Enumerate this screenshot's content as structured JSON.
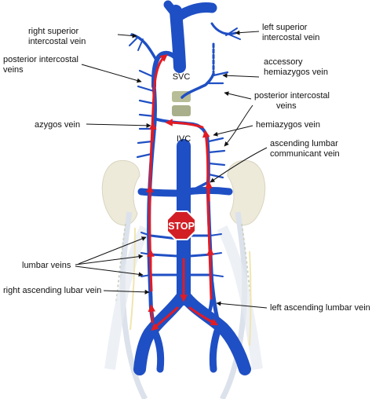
{
  "labels": {
    "right_superior_intercostal_1": "right superior",
    "right_superior_intercostal_2": "intercostal vein",
    "left_superior_intercostal_1": "left superior",
    "left_superior_intercostal_2": "intercostal vein",
    "posterior_intercostal_left_1": "posterior intercostal",
    "posterior_intercostal_left_2": "veins",
    "svc": "SVC",
    "accessory_hemiazygos_1": "accessory",
    "accessory_hemiazygos_2": "hemiazygos vein",
    "posterior_intercostal_right_1": "posterior intercostal",
    "posterior_intercostal_right_2": "veins",
    "azygos": "azygos vein",
    "hemiazygos": "hemiazygos vein",
    "ivc": "IVC",
    "ascending_lumbar_communicant_1": "ascending lumbar",
    "ascending_lumbar_communicant_2": "communicant vein",
    "stop": "STOP",
    "lumbar_veins": "lumbar veins",
    "right_ascending_lumbar": "right ascending lubar vein",
    "left_ascending_lumbar": "left ascending lumbar vein"
  },
  "colors": {
    "vein": "#1f4fc4",
    "vein_dark": "#163a98",
    "flow_arrow": "#e31b23",
    "stop_sign": "#d21f26",
    "kidney": "#ece8d6",
    "ureter": "#d9dfe9",
    "vertebra": "#b7bd97",
    "leader": "#111111"
  },
  "icons": {
    "stop": "stop-sign-icon"
  }
}
